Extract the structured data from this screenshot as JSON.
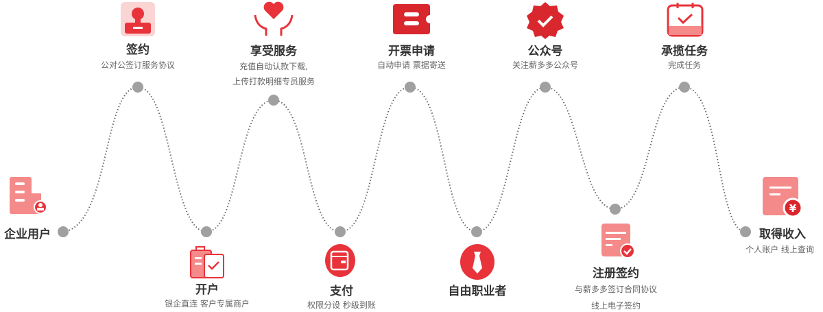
{
  "colors": {
    "red": "#e8333a",
    "pink": "#f58a8a",
    "dot": "#a0a0a0"
  },
  "steps": [
    {
      "title": "企业用户",
      "icon": "building-user-icon"
    },
    {
      "title": "签约",
      "desc": [
        "公对公签订服务协议"
      ],
      "icon": "stamp-icon"
    },
    {
      "title": "开户",
      "desc": [
        "银企直连 客户专属商户"
      ],
      "icon": "clipboard-check-icon"
    },
    {
      "title": "享受服务",
      "desc": [
        "充值自动认款下载,",
        "上传打款明细专员服务"
      ],
      "icon": "heart-hands-icon"
    },
    {
      "title": "支付",
      "desc": [
        "权限分设 秒级到账"
      ],
      "icon": "wallet-icon"
    },
    {
      "title": "开票申请",
      "desc": [
        "自动申请 票据寄送"
      ],
      "icon": "ticket-icon"
    },
    {
      "title": "自由职业者",
      "icon": "tie-icon"
    },
    {
      "title": "公众号",
      "desc": [
        "关注薪多多公众号"
      ],
      "icon": "badge-check-icon"
    },
    {
      "title": "注册签约",
      "desc": [
        "与薪多多签订合同协议",
        "线上电子签约"
      ],
      "icon": "document-check-icon"
    },
    {
      "title": "承揽任务",
      "desc": [
        "完成任务"
      ],
      "icon": "task-clipboard-icon"
    },
    {
      "title": "取得收入",
      "desc": [
        "个人账户 线上查询"
      ],
      "icon": "invoice-yen-icon"
    }
  ]
}
